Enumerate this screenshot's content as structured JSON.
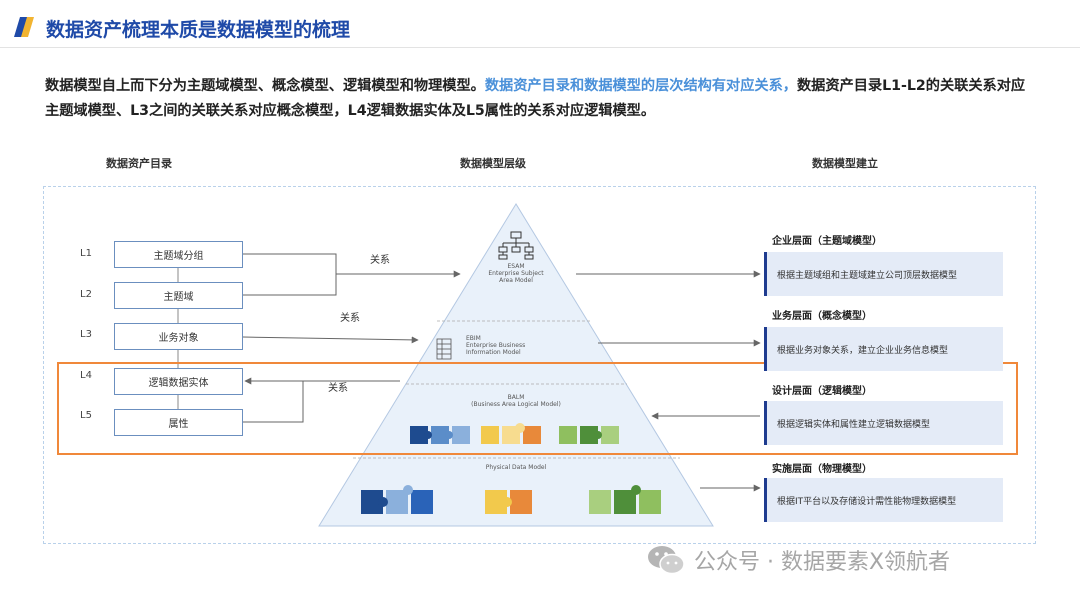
{
  "header": {
    "title": "数据资产梳理本质是数据模型的梳理"
  },
  "intro": {
    "part1": "数据模型自上而下分为主题域模型、概念模型、逻辑模型和物理模型。",
    "highlight": "数据资产目录和数据模型的层次结构有对应关系，",
    "part2": "数据资产目录L1-L2的关联关系对应主题域模型、L3之间的关联关系对应概念模型，L4逻辑数据实体及L5属性的关系对应逻辑模型。"
  },
  "columns": {
    "catalog": "数据资产目录",
    "model_levels": "数据模型层级",
    "model_build": "数据模型建立"
  },
  "catalog": {
    "levels": [
      "L1",
      "L2",
      "L3",
      "L4",
      "L5"
    ],
    "items": [
      "主题域分组",
      "主题域",
      "业务对象",
      "逻辑数据实体",
      "属性"
    ]
  },
  "relations": {
    "r1": "关系",
    "r2": "关系",
    "r3": "关系"
  },
  "pyramid": {
    "esam": "ESAM\nEnterprise Subject\nArea Model",
    "ebim": "EBIM\nEnterprise Business\nInformation Model",
    "balm": "BALM\n(Business Area Logical Model)",
    "pdm": "Physical Data Model"
  },
  "layers": [
    {
      "title": "企业层面（主题域模型）",
      "desc": "根据主题域组和主题域建立公司顶层数据模型"
    },
    {
      "title": "业务层面（概念模型）",
      "desc": "根据业务对象关系，建立企业业务信息模型"
    },
    {
      "title": "设计层面（逻辑模型）",
      "desc": "根据逻辑实体和属性建立逻辑数据模型"
    },
    {
      "title": "实施层面（物理模型）",
      "desc": "根据IT平台以及存储设计需性能物理数据模型"
    }
  ],
  "colors": {
    "title_blue": "#1f4aa8",
    "highlight_blue": "#4a90d9",
    "orange_band": "#f0883a",
    "pyramid_fill": "#e9f1fa",
    "layer_box_bg": "#e4ebf7",
    "layer_box_accent": "#1e3b8f"
  },
  "watermark": {
    "text": "公众号 · 数据要素X领航者"
  }
}
